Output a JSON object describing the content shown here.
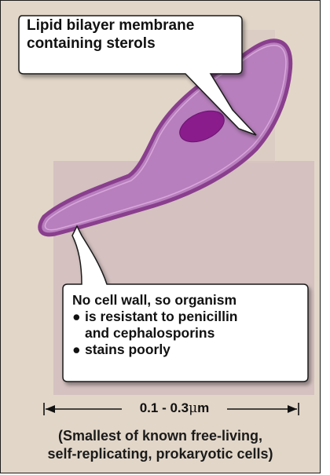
{
  "colors": {
    "background": "#e2d6c8",
    "cell_fill": "#b77fbd",
    "cell_membrane": "#8a3f8e",
    "nucleoid": "#8a1c8c",
    "shadow": "#c9b1b9",
    "callout_fill": "#ffffff"
  },
  "top_callout": {
    "line1": "Lipid bilayer membrane",
    "line2": "containing sterols"
  },
  "bottom_callout": {
    "intro": "No cell wall, so organism",
    "bullets": [
      {
        "line1": "is resistant to penicillin",
        "line2": "and cephalosporins"
      },
      {
        "line1": "stains poorly",
        "line2": ""
      }
    ]
  },
  "scale_bar": {
    "label_text": "0.1 - 0.3",
    "unit_prefix": "μ",
    "unit": "m"
  },
  "caption": {
    "line1": "(Smallest of known free-living,",
    "line2": "self-replicating, prokaryotic cells)"
  }
}
